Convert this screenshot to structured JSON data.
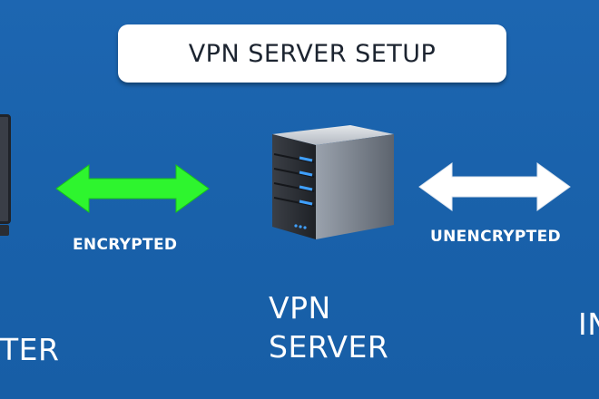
{
  "title": "VPN SERVER SETUP",
  "links": {
    "encrypted_label": "ENCRYPTED",
    "unencrypted_label": "UNENCRYPTED"
  },
  "nodes": {
    "left_label": "TER",
    "server_label_line1": "VPN",
    "server_label_line2": "SERVER",
    "right_label": "IN"
  },
  "colors": {
    "background": "#1b63ad",
    "encrypted_arrow": "#2ef52e",
    "unencrypted_arrow": "#ffffff",
    "title_box": "#ffffff",
    "title_text": "#1c2430",
    "server_led": "#3fa0ff"
  },
  "icons": {
    "left_node": "computer-icon",
    "center_node": "server-icon",
    "encrypted_link": "double-arrow-icon",
    "unencrypted_link": "double-arrow-icon"
  }
}
